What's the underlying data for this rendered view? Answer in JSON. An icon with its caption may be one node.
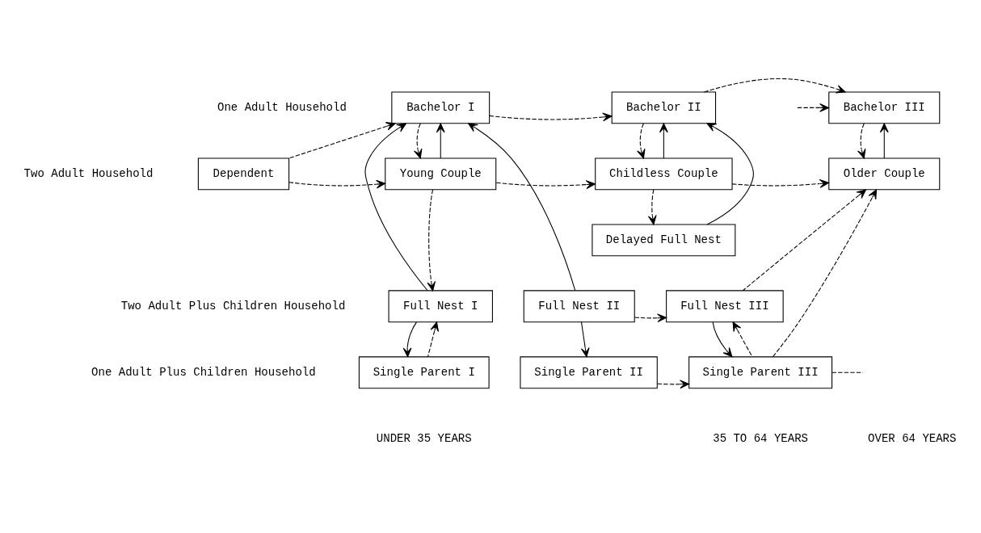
{
  "diagram": {
    "nodes": [
      {
        "text": [
          "Dependent"
        ]
      },
      {
        "text": [
          "Bachelor I"
        ]
      },
      {
        "text": [
          "Bachelor II"
        ]
      },
      {
        "text": [
          "Bachelor III"
        ]
      },
      {
        "text": [
          "Young Couple"
        ]
      },
      {
        "text": [
          "Childless Couple"
        ]
      },
      {
        "text": [
          "Older Couple"
        ]
      },
      {
        "text": [
          "Full Nest I"
        ]
      },
      {
        "text": [
          "Full Nest II"
        ]
      },
      {
        "text": [
          "Delayed Full Nest"
        ]
      },
      {
        "text": [
          "Full Nest III"
        ]
      },
      {
        "text": [
          "Single Parent I"
        ]
      },
      {
        "text": [
          "Single Parent II"
        ]
      },
      {
        "text": [
          "Single Parent III"
        ]
      }
    ],
    "edges": [
      {
        "from": 0,
        "to": 1,
        "arrow": "to",
        "style": "dashed"
      },
      {
        "from": 0,
        "to": 4,
        "arrow": "to",
        "style": "dashed"
      },
      {
        "from": 1,
        "to": 2,
        "arrow": "to",
        "style": "dashed"
      },
      {
        "from": 2,
        "to": 3,
        "arrow": "to",
        "style": "dashed"
      },
      {
        "from": 1,
        "to": 4,
        "arrow": "to",
        "style": "dashed"
      },
      {
        "from": 4,
        "to": 1,
        "arrow": "to"
      },
      {
        "from": 2,
        "to": 5,
        "arrow": "to",
        "style": "dashed"
      },
      {
        "from": 5,
        "to": 2,
        "arrow": "to"
      },
      {
        "from": 3,
        "to": 6,
        "arrow": "to",
        "style": "dashed"
      },
      {
        "from": 6,
        "to": 3,
        "arrow": "to"
      },
      {
        "from": 4,
        "to": 5,
        "arrow": "to",
        "style": "dashed"
      },
      {
        "from": 5,
        "to": 6,
        "arrow": "to",
        "style": "dashed"
      },
      {
        "from": 4,
        "to": 7,
        "arrow": "to",
        "style": "dashed"
      },
      {
        "from": 5,
        "to": 9,
        "arrow": "to",
        "style": "dashed"
      },
      {
        "from": 7,
        "to": 1,
        "arrow": "to"
      },
      {
        "from": 8,
        "to": 1,
        "arrow": "to"
      },
      {
        "from": 9,
        "to": 2,
        "arrow": "to"
      },
      {
        "from": 7,
        "to": 11,
        "arrow": "to"
      },
      {
        "from": 11,
        "to": 7,
        "arrow": "to",
        "style": "dashed"
      },
      {
        "from": 8,
        "to": 12,
        "arrow": "to"
      },
      {
        "from": 8,
        "to": 10,
        "arrow": "to",
        "style": "dashed"
      },
      {
        "from": 12,
        "to": 13,
        "arrow": "to",
        "style": "dashed"
      },
      {
        "from": 10,
        "to": 13,
        "arrow": "to"
      },
      {
        "from": 13,
        "to": 10,
        "arrow": "to",
        "style": "dashed"
      },
      {
        "from": 10,
        "to": 6,
        "arrow": "to",
        "style": "dashed"
      },
      {
        "from": 13,
        "to": 6,
        "arrow": "to",
        "style": "dashed"
      },
      {
        "from": 13,
        "to": null,
        "arrow": "none",
        "style": "dashed"
      },
      {
        "from": null,
        "to": 3,
        "arrow": "to",
        "style": "dashed"
      }
    ],
    "labels": [
      "One Adult Household",
      "Two Adult Household",
      "Two Adult Plus Children Household",
      "One Adult Plus Children Household",
      "UNDER 35 YEARS",
      "35 TO 64 YEARS",
      "OVER 64 YEARS"
    ]
  }
}
